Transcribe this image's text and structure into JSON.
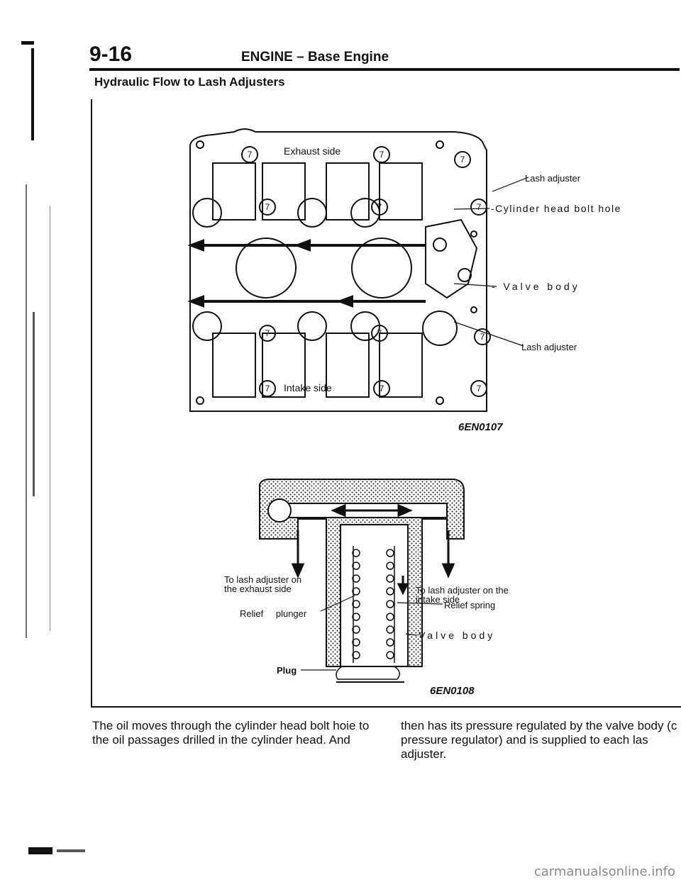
{
  "header": {
    "page_number": "9-16",
    "title": "ENGINE – Base Engine"
  },
  "section_title": "Hydraulic Flow to Lash Adjusters",
  "figure1": {
    "code": "6EN0107",
    "label_exhaust": "Exhaust side",
    "label_intake": "Intake side",
    "label_7": "7",
    "callouts": {
      "lash_top": "Lash adjuster",
      "bolt_hole": "-Cylinder head bolt hole",
      "valve_body": "- Valve body",
      "lash_bottom": "Lash adjuster"
    }
  },
  "figure2": {
    "code": "6EN0108",
    "callouts": {
      "exhaust_side": "To lash adjuster on the exhaust side",
      "intake_side": "To lash adjuster on the intake side",
      "relief_spring": "Relief spring",
      "relief_plunger": "Relief plunger",
      "valve_body": "Valve body",
      "plug": "Plug"
    }
  },
  "body": {
    "col1": "The oil moves through the cylinder head bolt hoie to the oil passages drilled in the cylinder head. And",
    "col2": "then has its pressure regulated by the valve body (c pressure regulator) and is supplied to each las adjuster."
  },
  "footer": {
    "watermark": "carmanualsonline.info"
  }
}
